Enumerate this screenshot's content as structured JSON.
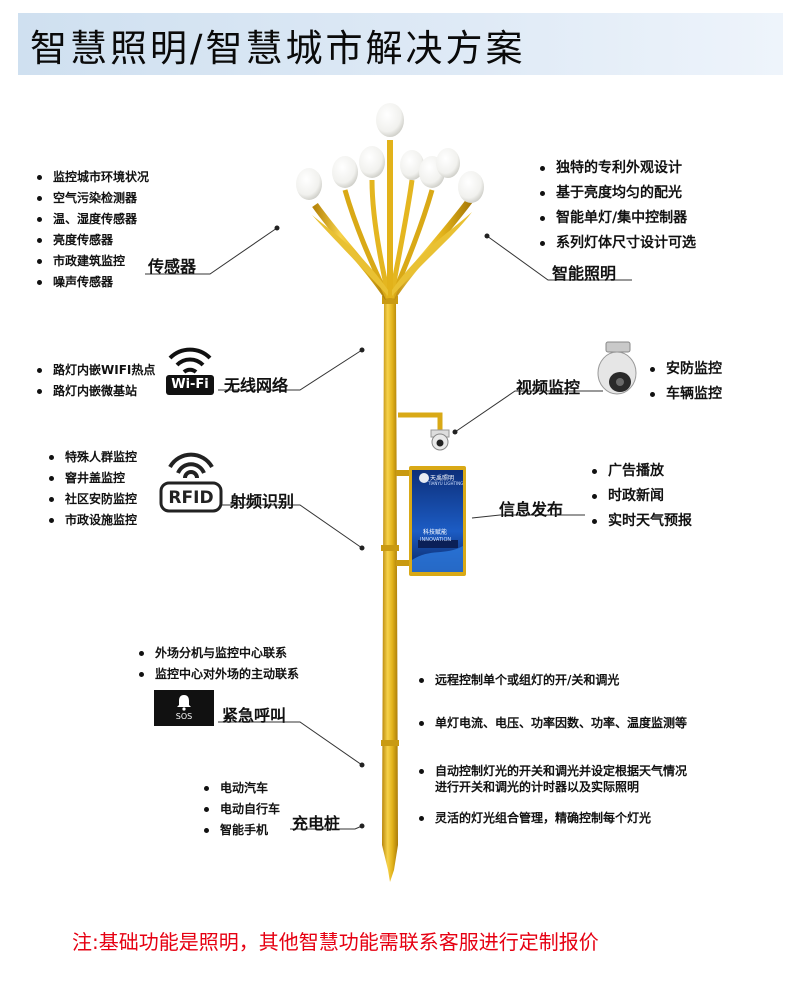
{
  "header": {
    "title": "智慧照明/智慧城市解决方案",
    "background": "#d6e5f3"
  },
  "sensor": {
    "items": [
      "监控城市环境状况",
      "空气污染检测器",
      "温、湿度传感器",
      "亮度传感器",
      "市政建筑监控",
      "噪声传感器"
    ],
    "label": "传感器"
  },
  "smart_lighting": {
    "items": [
      "独特的专利外观设计",
      "基于亮度均匀的配光",
      "智能单灯/集中控制器",
      "系列灯体尺寸设计可选"
    ],
    "label": "智能照明"
  },
  "wireless": {
    "items": [
      "路灯内嵌WIFI热点",
      "路灯内嵌微基站"
    ],
    "label": "无线网络",
    "icon_text": "Wi-Fi"
  },
  "video": {
    "label": "视频监控",
    "items": [
      "安防监控",
      "车辆监控"
    ]
  },
  "rfid": {
    "items": [
      "特殊人群监控",
      "窨井盖监控",
      "社区安防监控",
      "市政设施监控"
    ],
    "label": "射频识别",
    "icon_text": "RFID"
  },
  "info": {
    "label": "信息发布",
    "items": [
      "广告播放",
      "时政新闻",
      "实时天气预报"
    ],
    "screen_brand": "天禹照明",
    "screen_brand_sub": "TIANYU LIGHTING",
    "screen_tag": "科技赋能",
    "screen_sub": "INNOVATION"
  },
  "emergency": {
    "items": [
      "外场分机与监控中心联系",
      "监控中心对外场的主动联系"
    ],
    "label": "紧急呼叫",
    "icon_text": "SOS"
  },
  "control": {
    "items": [
      "远程控制单个或组灯的开/关和调光",
      "单灯电流、电压、功率因数、功率、温度监测等",
      "自动控制灯光的开关和调光并设定根据天气情况",
      "灵活的灯光组合管理，精确控制每个灯光"
    ],
    "item3_cont": "进行开关和调光的计时器以及实际照明"
  },
  "charging": {
    "items": [
      "电动汽车",
      "电动自行车",
      "智能手机"
    ],
    "label": "充电桩"
  },
  "footer": {
    "note": "注:基础功能是照明，其他智慧功能需联系客服进行定制报价",
    "note_color": "#e60012"
  },
  "colors": {
    "pole_gold": "#e2b21a",
    "pole_shade": "#b8860b",
    "screen_blue": "#123a8a"
  },
  "icons": [
    "wifi-icon",
    "rfid-icon",
    "sos-bell-icon",
    "dome-camera-icon",
    "lamp-bulb-icon"
  ]
}
